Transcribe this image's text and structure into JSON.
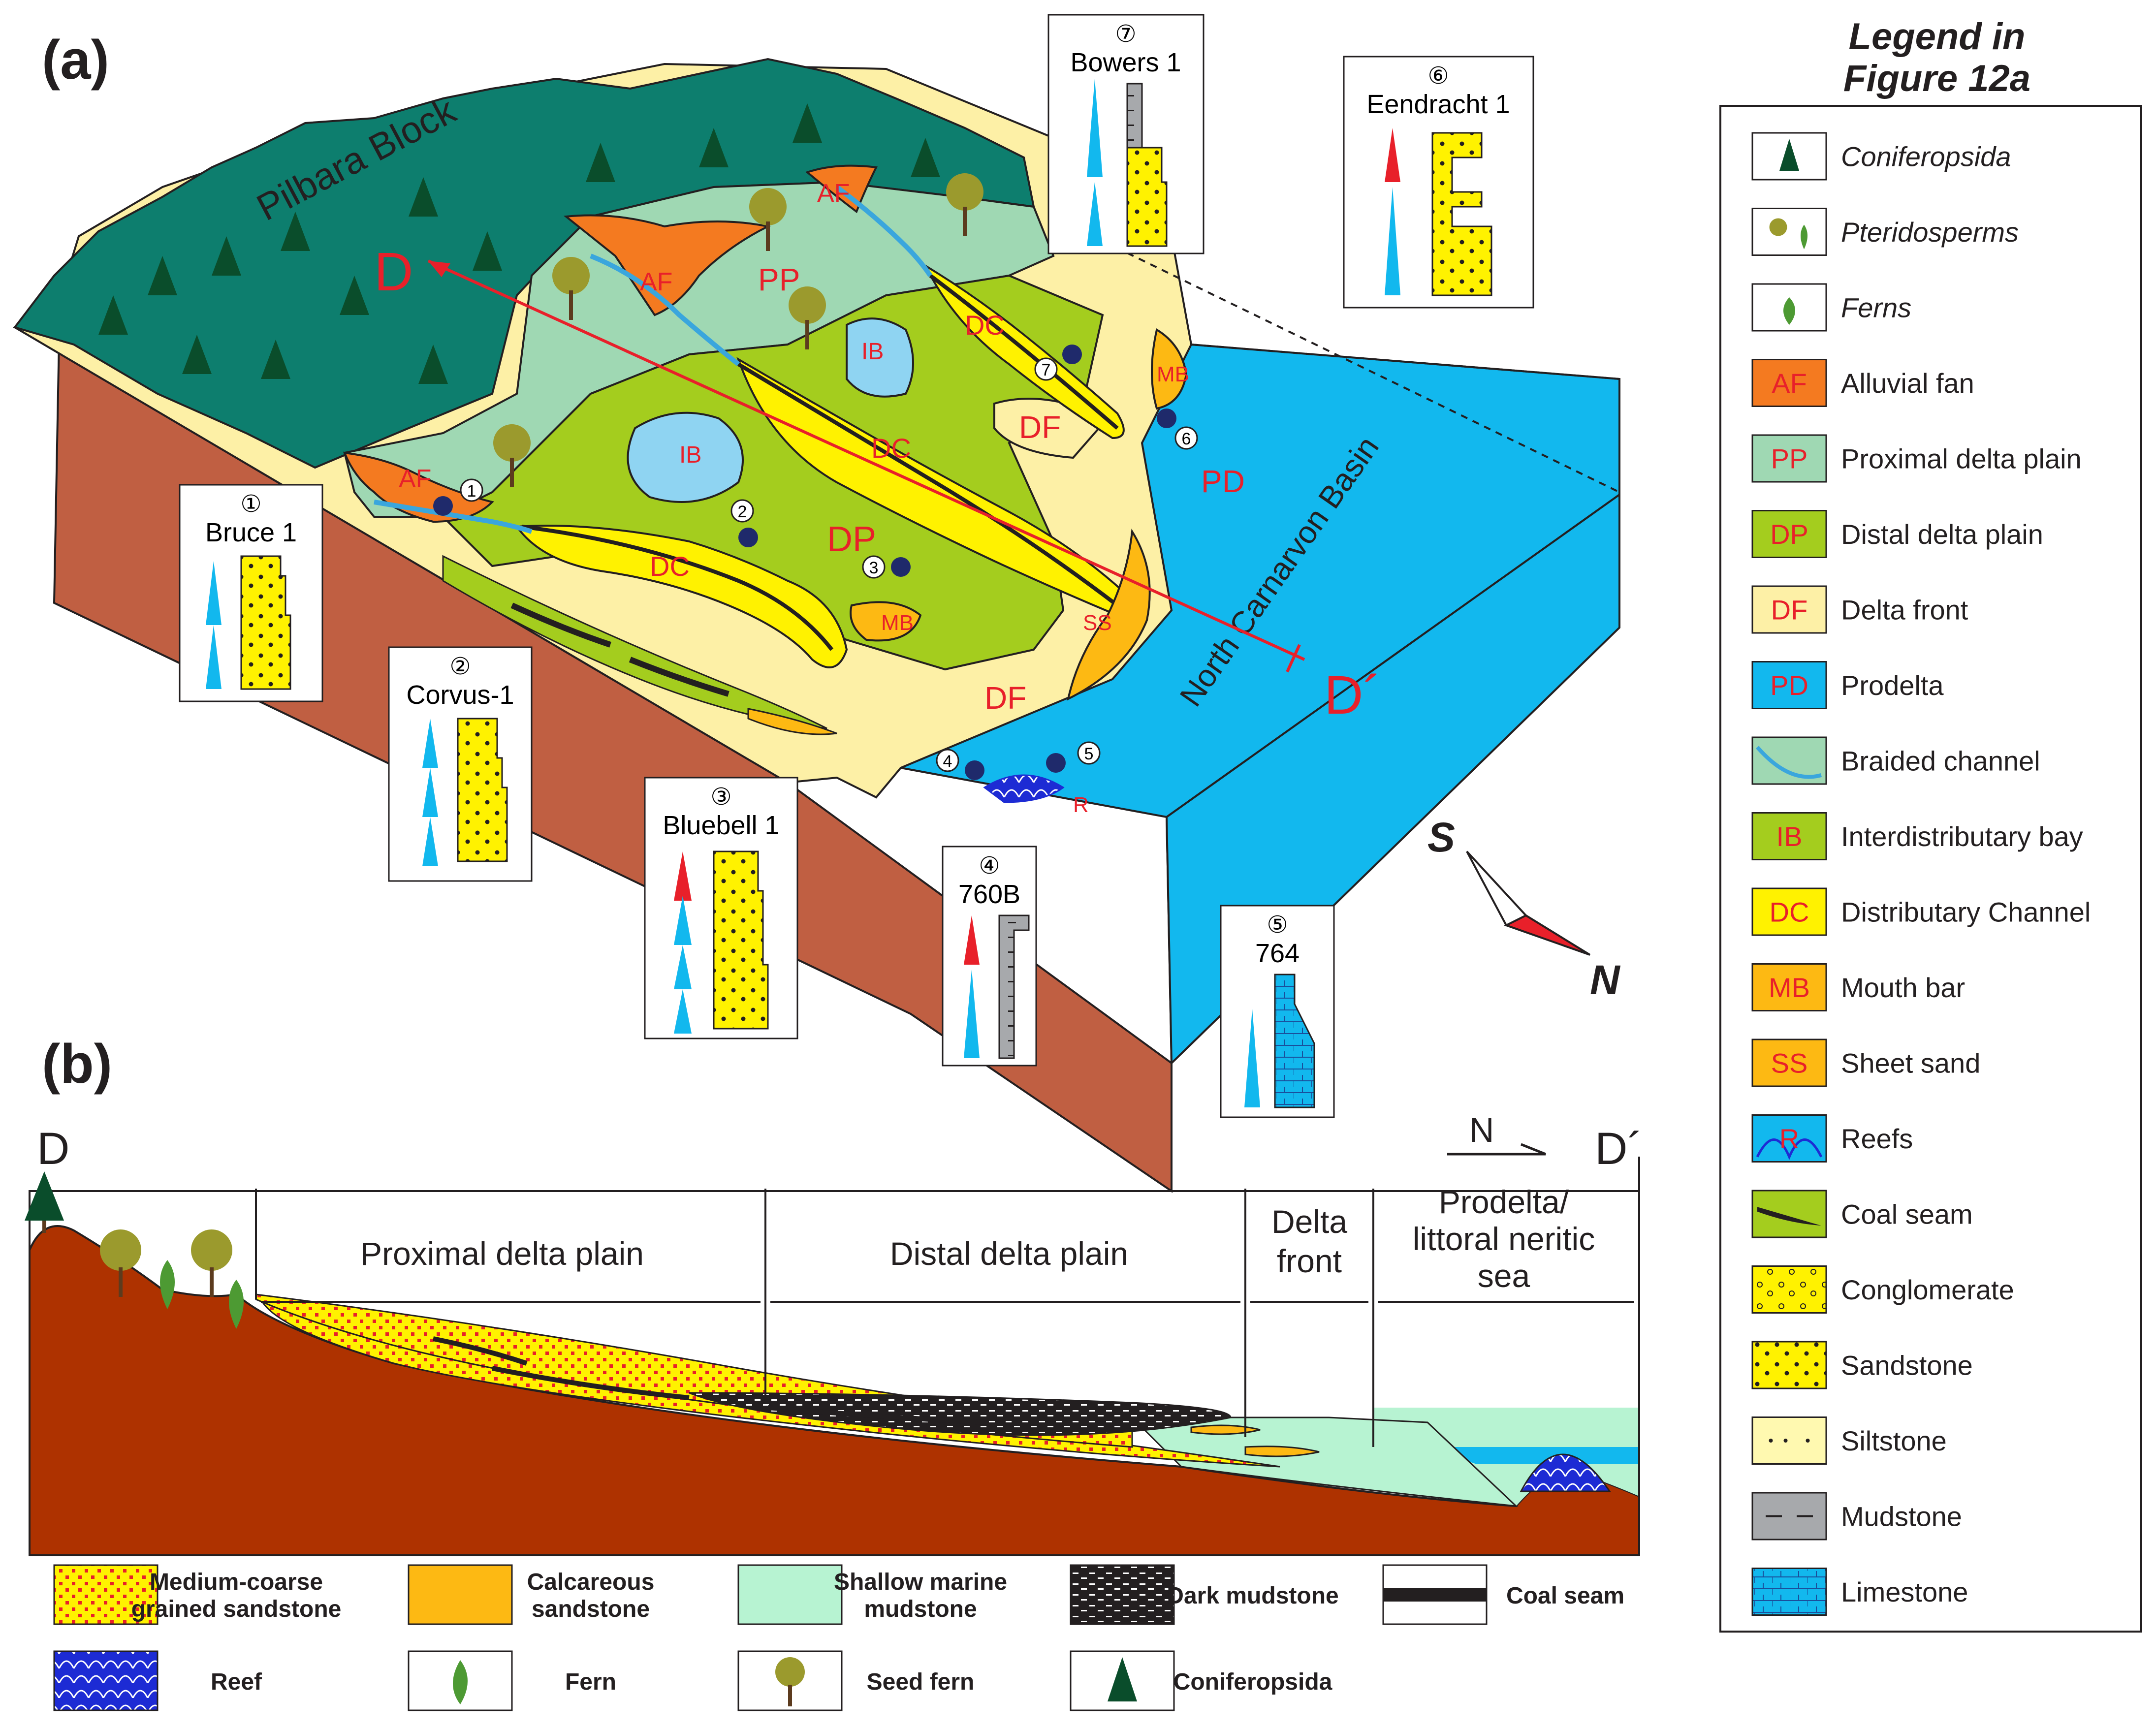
{
  "panels": {
    "a": "(a)",
    "b": "(b)"
  },
  "block": {
    "pilbara": "Pilbara Block",
    "basin": "North Carnarvon Basin",
    "line_start": "D",
    "line_end": "D´",
    "compass_s": "S",
    "compass_n": "N"
  },
  "facies_labels": {
    "af1": "AF",
    "af2": "AF",
    "af3": "AF",
    "pp": "PP",
    "ib1": "IB",
    "ib2": "IB",
    "dc1": "DC",
    "dc2": "DC",
    "dc3": "DC",
    "dp": "DP",
    "df1": "DF",
    "df2": "DF",
    "mb1": "MB",
    "mb2": "MB",
    "ss": "SS",
    "pd": "PD",
    "r": "R"
  },
  "wells": [
    {
      "num": "①",
      "name": "Bruce  1",
      "marker": "1"
    },
    {
      "num": "②",
      "name": "Corvus-1",
      "marker": "2"
    },
    {
      "num": "③",
      "name": "Bluebell  1",
      "marker": "3"
    },
    {
      "num": "④",
      "name": "760B",
      "marker": "4"
    },
    {
      "num": "⑤",
      "name": "764",
      "marker": "5"
    },
    {
      "num": "⑥",
      "name": "Eendracht  1",
      "marker": "6"
    },
    {
      "num": "⑦",
      "name": "Bowers  1",
      "marker": "7"
    }
  ],
  "section": {
    "left": "D",
    "right": "D´",
    "north": "N",
    "zone1": "Proximal delta plain",
    "zone2": "Distal delta plain",
    "zone3_line1": "Delta",
    "zone3_line2": "front",
    "zone4_line1": "Prodelta/",
    "zone4_line2": "littoral neritic",
    "zone4_line3": "sea"
  },
  "bottom_legend": [
    {
      "line1": "Medium-coarse",
      "line2": "grained sandstone",
      "swatch": "sandstone"
    },
    {
      "line1": "Calcareous",
      "line2": "sandstone",
      "swatch": "calcareous"
    },
    {
      "line1": "Shallow marine",
      "line2": "mudstone",
      "swatch": "marine"
    },
    {
      "line1": "Dark mudstone",
      "line2": "",
      "swatch": "dark"
    },
    {
      "line1": "Coal seam",
      "line2": "",
      "swatch": "coal"
    },
    {
      "line1": "Reef",
      "line2": "",
      "swatch": "reef-icon"
    },
    {
      "line1": "Fern",
      "line2": "",
      "swatch": "fern-icon"
    },
    {
      "line1": "Seed fern",
      "line2": "",
      "swatch": "seed-fern-icon"
    },
    {
      "line1": "Coniferopsida",
      "line2": "",
      "swatch": "conifer-icon"
    }
  ],
  "legend": {
    "title1": "Legend in",
    "title2": "Figure 12a",
    "items": [
      {
        "code": "",
        "label": "Coniferopsida",
        "swatch": "conifer-icon",
        "color": "#ffffff"
      },
      {
        "code": "",
        "label": "Pteridosperms",
        "swatch": "pteridosperm-icon",
        "color": "#ffffff"
      },
      {
        "code": "",
        "label": "Ferns",
        "swatch": "fern-icon",
        "color": "#ffffff"
      },
      {
        "code": "AF",
        "label": "Alluvial fan",
        "swatch": "fill",
        "color": "#f47a20"
      },
      {
        "code": "PP",
        "label": "Proximal delta plain",
        "swatch": "fill",
        "color": "#9fd8b3"
      },
      {
        "code": "DP",
        "label": "Distal delta plain",
        "swatch": "fill",
        "color": "#a4cd1e"
      },
      {
        "code": "DF",
        "label": "Delta front",
        "swatch": "fill",
        "color": "#fdf0a6"
      },
      {
        "code": "PD",
        "label": "Prodelta",
        "swatch": "fill",
        "color": "#12b8ee"
      },
      {
        "code": "",
        "label": "Braided channel",
        "swatch": "braided-icon",
        "color": "#9fd8b3"
      },
      {
        "code": "IB",
        "label": "Interdistributary bay",
        "swatch": "fill",
        "color": "#a4cd1e"
      },
      {
        "code": "DC",
        "label": "Distributary Channel",
        "swatch": "fill",
        "color": "#fff200"
      },
      {
        "code": "MB",
        "label": "Mouth bar",
        "swatch": "fill",
        "color": "#fdb913"
      },
      {
        "code": "SS",
        "label": "Sheet sand",
        "swatch": "fill",
        "color": "#fdb913"
      },
      {
        "code": "R",
        "label": "Reefs",
        "swatch": "reef-icon",
        "color": "#12b8ee"
      },
      {
        "code": "",
        "label": "Coal seam",
        "swatch": "coal-icon",
        "color": "#a4cd1e"
      },
      {
        "code": "",
        "label": "Conglomerate",
        "swatch": "conglomerate",
        "color": "#fff200"
      },
      {
        "code": "",
        "label": "Sandstone",
        "swatch": "sandstone-dots",
        "color": "#fff200"
      },
      {
        "code": "",
        "label": "Siltstone",
        "swatch": "siltstone",
        "color": "#fff9b0"
      },
      {
        "code": "",
        "label": "Mudstone",
        "swatch": "mudstone",
        "color": "#a7a9ac"
      },
      {
        "code": "",
        "label": "Limestone",
        "swatch": "limestone",
        "color": "#12b8ee"
      }
    ]
  }
}
